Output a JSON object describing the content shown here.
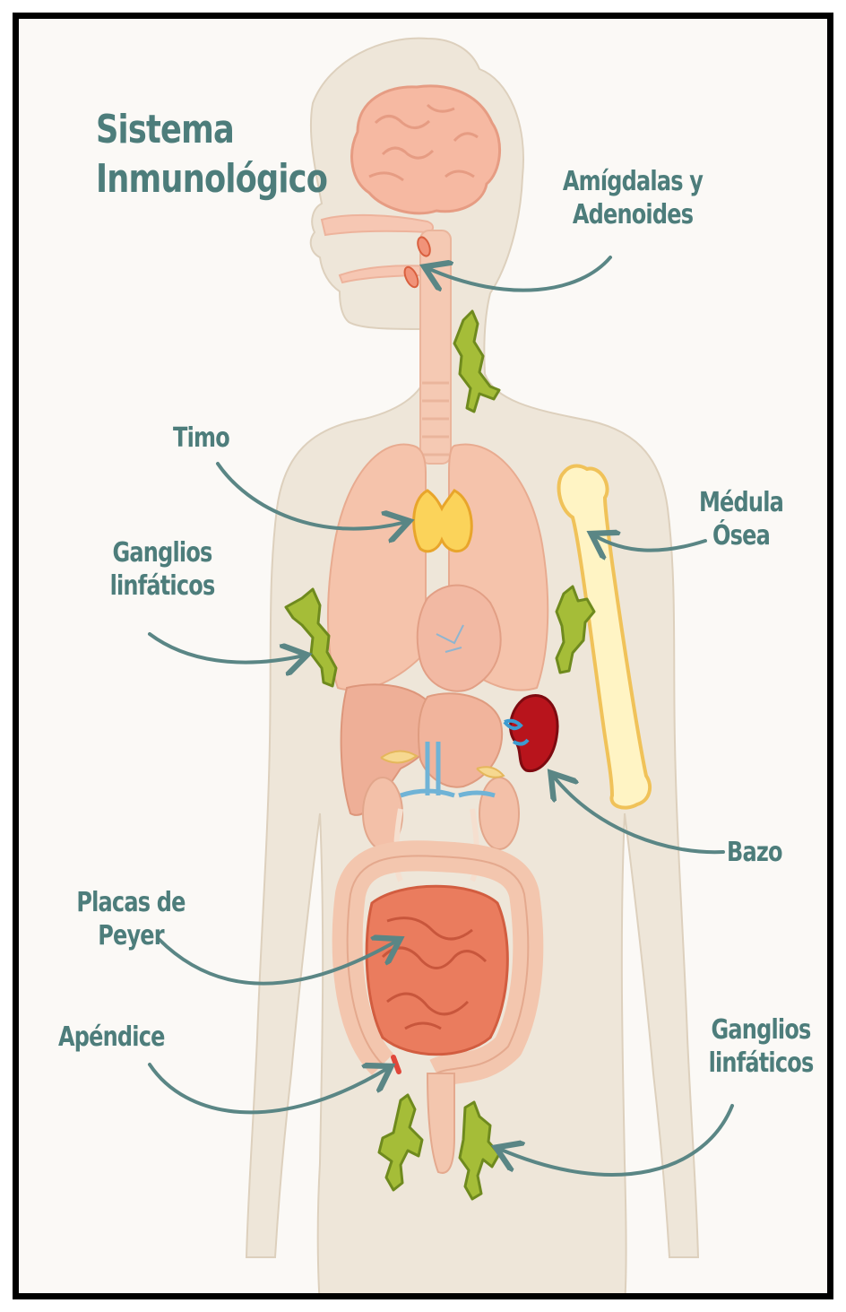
{
  "title": {
    "line1": "Sistema",
    "line2": "Inmunológico"
  },
  "labels": {
    "amigdalas": {
      "line1": "Amígdalas y",
      "line2": "Adenoides"
    },
    "timo": "Timo",
    "medula": {
      "line1": "Médula",
      "line2": "Ósea"
    },
    "ganglios_upper": {
      "line1": "Ganglios",
      "line2": "linfáticos"
    },
    "bazo": "Bazo",
    "placas": {
      "line1": "Placas de",
      "line2": "Peyer"
    },
    "apendice": "Apéndice",
    "ganglios_lower": {
      "line1": "Ganglios",
      "line2": "linfáticos"
    }
  },
  "colors": {
    "label_text": "#4d7d7b",
    "body_silhouette": "#eee6d9",
    "organ": "#f5c6ad",
    "intestine": "#ea7c5e",
    "thymus": "#fbd35a",
    "bone_marrow": "#fff4c4",
    "spleen": "#b8141c",
    "lymph_node": "#a5bd38",
    "arrow": "#5a8685"
  }
}
